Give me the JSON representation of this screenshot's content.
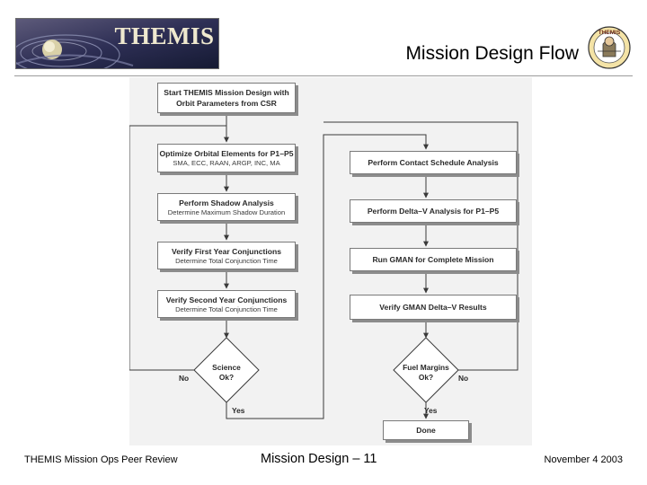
{
  "header": {
    "logo_text": "THEMIS",
    "title": "Mission Design Flow",
    "mascot_text": "THEMIS"
  },
  "flow": {
    "start": {
      "line1": "Start THEMIS Mission Design with",
      "line2": "Orbit Parameters from CSR"
    },
    "optimize": {
      "title": "Optimize Orbital Elements for P1–P5",
      "sub": "SMA, ECC, RAAN, ARGP, INC, MA"
    },
    "shadow": {
      "title": "Perform Shadow Analysis",
      "sub": "Determine Maximum Shadow Duration"
    },
    "first_year": {
      "title": "Verify First Year Conjunctions",
      "sub": "Determine Total Conjunction Time"
    },
    "second_year": {
      "title": "Verify Second Year Conjunctions",
      "sub": "Determine Total Conjunction Time"
    },
    "science": {
      "line1": "Science",
      "line2": "Ok?",
      "no": "No",
      "yes": "Yes"
    },
    "contact": {
      "title": "Perform Contact Schedule Analysis"
    },
    "delta_v": {
      "title": "Perform Delta–V Analysis for P1–P5"
    },
    "gman": {
      "title": "Run GMAN for Complete Mission"
    },
    "verify_gman": {
      "title": "Verify GMAN Delta–V Results"
    },
    "fuel": {
      "line1": "Fuel Margins",
      "line2": "Ok?",
      "no": "No",
      "yes": "Yes"
    },
    "done": {
      "title": "Done"
    }
  },
  "footer": {
    "left": "THEMIS Mission Ops Peer Review",
    "center": "Mission Design – 11",
    "right": "November 4 2003"
  },
  "colors": {
    "panel_bg": "#f2f2f2",
    "line": "#3a3a3a",
    "logo_bg": "#2b2f52",
    "logo_text": "#efe9cf"
  }
}
